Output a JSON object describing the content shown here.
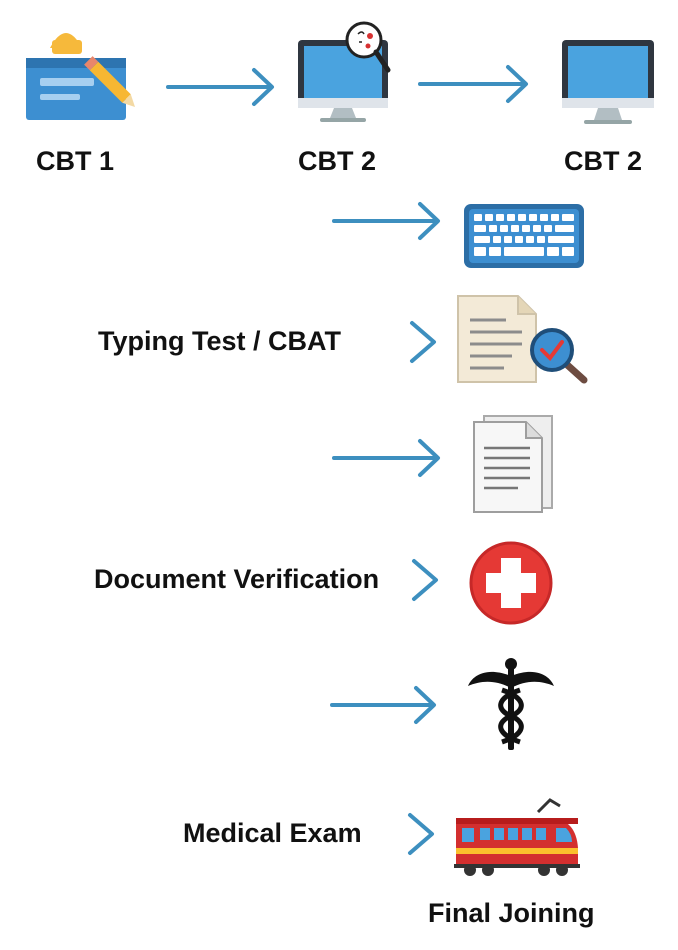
{
  "steps": {
    "cbt1": {
      "label": "CBT 1",
      "icon": "exam-form-pencil-icon"
    },
    "cbt2_a": {
      "label": "CBT 2",
      "icon": "computer-monitor-magnifier-icon"
    },
    "cbt2_b": {
      "label": "CBT 2",
      "icon": "computer-monitor-icon"
    },
    "typing": {
      "label": "Typing Test / CBAT",
      "icon": "keyboard-icon"
    },
    "document": {
      "label": "Document Verification",
      "icon": "document-magnifier-icon"
    },
    "medical": {
      "label": "Medical Exam",
      "icon": "medical-cross-icon"
    },
    "final": {
      "label": "Final Joining",
      "icon": "train-icon"
    }
  },
  "colors": {
    "arrow": "#3d8fbf",
    "text": "#111111",
    "monitor_screen": "#4aa3df",
    "medical_red": "#e53935",
    "train_red": "#d32f2f"
  }
}
